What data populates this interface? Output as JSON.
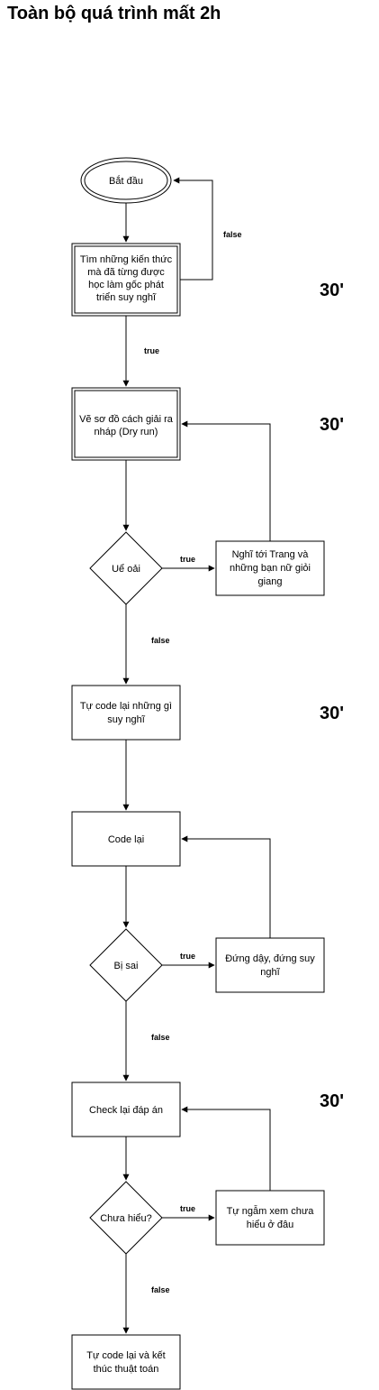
{
  "title": "Toàn bộ quá trình mất 2h",
  "nodes": {
    "start": "Bắt đầu",
    "find_knowledge": [
      "Tìm những kiến thức",
      "mà đã từng được",
      "học làm gốc phát",
      "triển suy nghĩ"
    ],
    "draw_solution": [
      "Vẽ sơ đồ cách giải ra",
      "nháp (Dry run)"
    ],
    "lazy": "Uể oải",
    "think_trang": [
      "Nghĩ tới Trang và",
      "những bạn nữ giỏi",
      "giang"
    ],
    "self_code": [
      "Tự code lại những gì",
      "suy nghĩ"
    ],
    "recode": "Code lại",
    "wrong": "Bị sai",
    "stand_up": [
      "Đứng dậy, đứng suy",
      "nghĩ"
    ],
    "check_answer": "Check lại đáp án",
    "not_understood": "Chưa hiểu?",
    "self_reflect": [
      "Tự ngẫm xem chưa",
      "hiểu ở đâu"
    ],
    "finish": [
      "Tự code lại và kết",
      "thúc thuật toán"
    ]
  },
  "edge_labels": {
    "start_loop_false": "false",
    "to_draw_true": "true",
    "lazy_true": "true",
    "lazy_false": "false",
    "wrong_true": "true",
    "wrong_false": "false",
    "not_understood_true": "true",
    "not_understood_false": "false"
  },
  "time_labels": [
    "30'",
    "30'",
    "30'",
    "30'"
  ]
}
